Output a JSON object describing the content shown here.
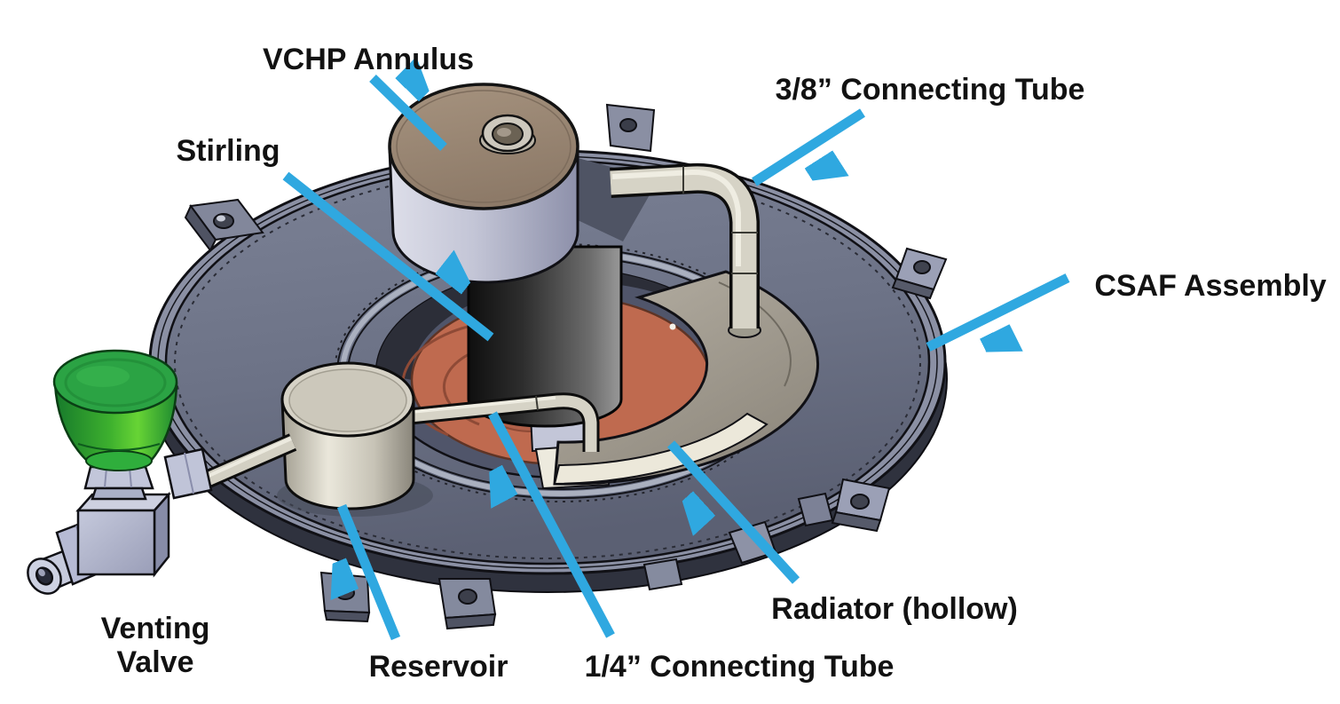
{
  "labels": {
    "vchp_annulus": "VCHP Annulus",
    "connecting_tube_3_8": "3/8” Connecting Tube",
    "stirling": "Stirling",
    "csaf_assembly": "CSAF Assembly",
    "venting_valve_line1": "Venting",
    "venting_valve_line2": "Valve",
    "reservoir": "Reservoir",
    "connecting_tube_1_4": "1/4” Connecting Tube",
    "radiator": "Radiator (hollow)"
  },
  "colors": {
    "background": "#ffffff",
    "annotation_arrow": "#2fa8e0",
    "label_text": "#121212",
    "disc_top": "#6e7488",
    "disc_rim": "#8b90a4",
    "mounting_tab": "#9ba0b6",
    "center_dish_orange": "#bf6a4f",
    "stirling_cylinder": "#2b2b2b",
    "vchp_band": "#c3c5d6",
    "vchp_cap_tan": "#9d8a77",
    "radiator_top": "#a8a296",
    "radiator_underside": "#ece8da",
    "reservoir_metal": "#d6d3c6",
    "valve_body": "#b2b6d2",
    "valve_knob": "#2ba344"
  }
}
